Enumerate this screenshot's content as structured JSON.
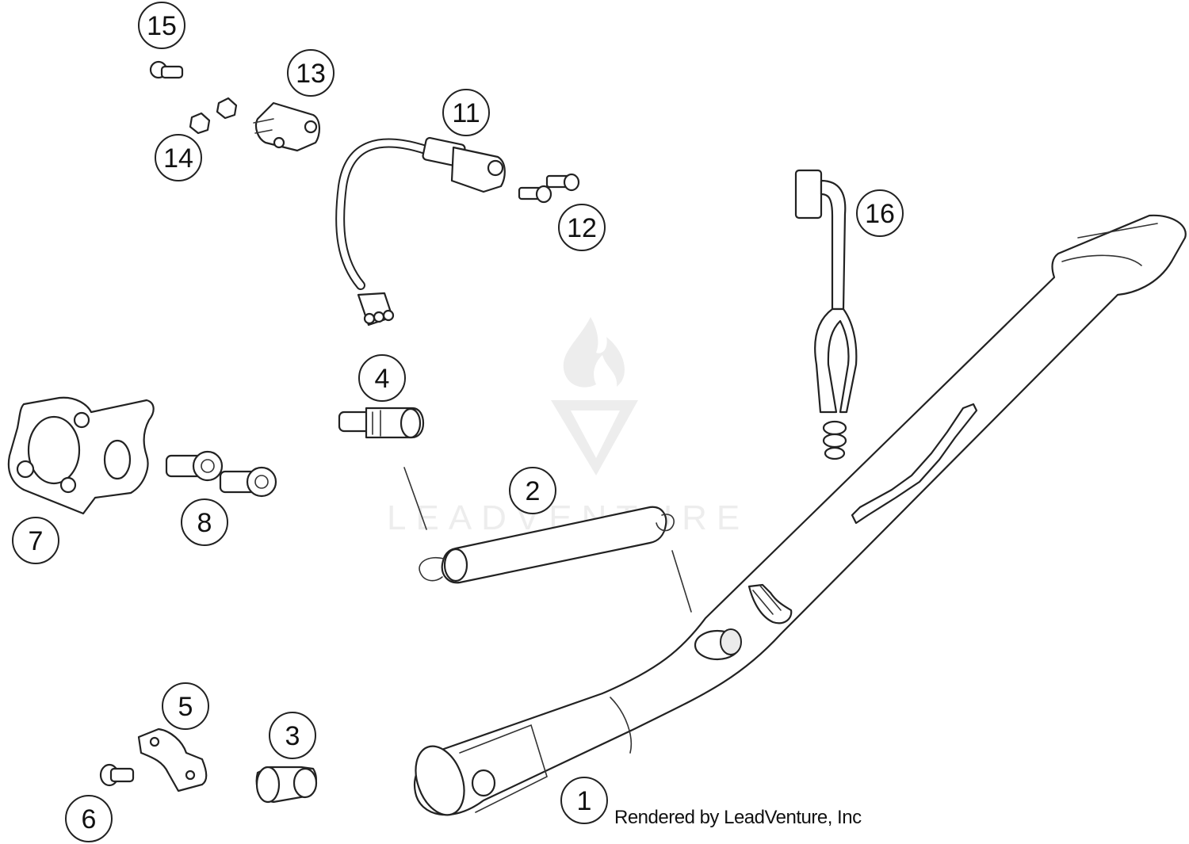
{
  "diagram": {
    "callouts": [
      {
        "id": "c1",
        "label": "1"
      },
      {
        "id": "c2",
        "label": "2"
      },
      {
        "id": "c3",
        "label": "3"
      },
      {
        "id": "c4",
        "label": "4"
      },
      {
        "id": "c5",
        "label": "5"
      },
      {
        "id": "c6",
        "label": "6"
      },
      {
        "id": "c7",
        "label": "7"
      },
      {
        "id": "c8",
        "label": "8"
      },
      {
        "id": "c11",
        "label": "11"
      },
      {
        "id": "c12",
        "label": "12"
      },
      {
        "id": "c13",
        "label": "13"
      },
      {
        "id": "c14",
        "label": "14"
      },
      {
        "id": "c15",
        "label": "15"
      },
      {
        "id": "c16",
        "label": "16"
      }
    ],
    "watermark": "LEADVENTURE",
    "footer": "Rendered by LeadVenture, Inc"
  }
}
